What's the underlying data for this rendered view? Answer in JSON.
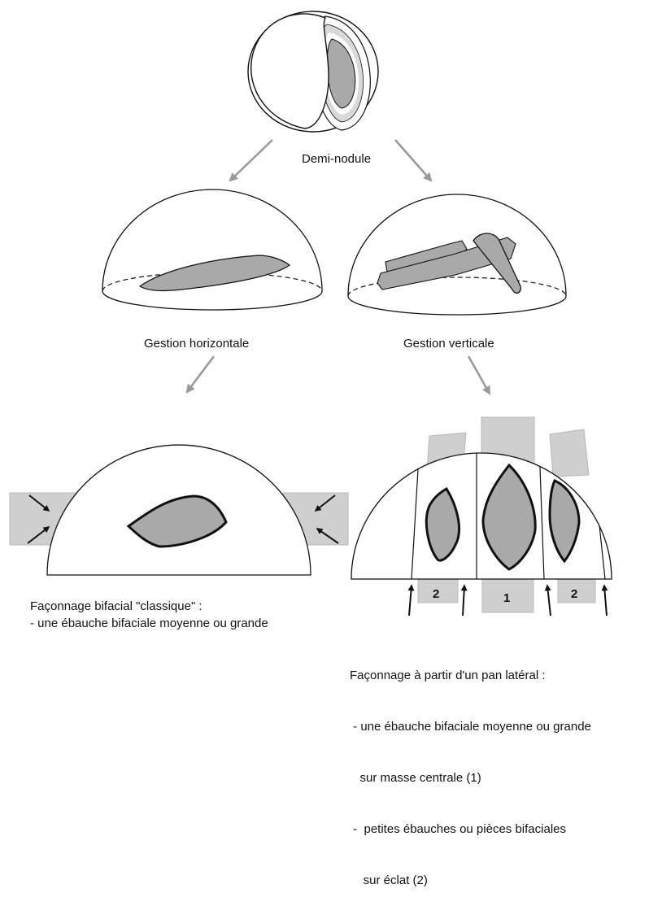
{
  "labels": {
    "demi_nodule": "Demi-nodule",
    "gestion_horizontale": "Gestion horizontale",
    "gestion_verticale": "Gestion verticale"
  },
  "captions": {
    "classique": {
      "line1": "Façonnage bifacial \"classique\" :",
      "line2": "- une ébauche bifaciale moyenne ou grande"
    },
    "lateral": {
      "line1": "Façonnage à partir d'un pan latéral :",
      "line2": " - une ébauche bifaciale moyenne ou grande",
      "line3": "   sur masse centrale (1)",
      "line4": " -  petites ébauches ou pièces bifaciales",
      "line5": "    sur éclat (2)"
    }
  },
  "markers": {
    "central_mass": "1",
    "left_flake": "2",
    "right_flake": "2"
  },
  "colors": {
    "outline": "#111111",
    "shape_fill": "#a9a9a9",
    "block_fill": "#cfcfcf",
    "arrow_gray": "#9a9a9a"
  }
}
